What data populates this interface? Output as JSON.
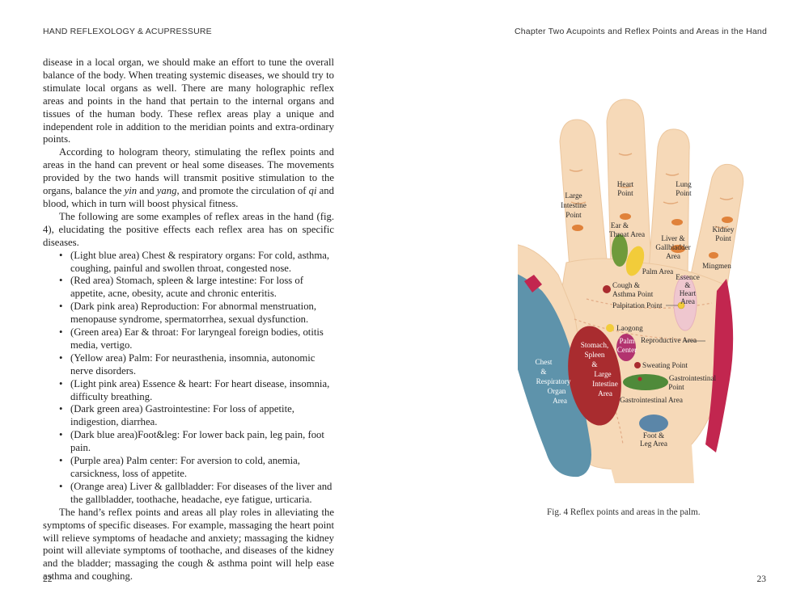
{
  "header": {
    "left": "HAND REFLEXOLOGY & ACUPRESSURE",
    "right": "Chapter Two  Acupoints and Reflex Points and Areas in the Hand"
  },
  "text": {
    "p1": "disease in a local organ, we should make an effort to tune the overall balance of the body. When treating systemic diseases, we should try to stimulate local organs as well. There are many holographic reflex areas and points in the hand that pertain to the internal organs and tissues of the human body. These reflex areas play a unique and independent role in addition to the meridian points and extra-ordinary points.",
    "p2_before_yin": "According to hologram theory, stimulating the reflex points and areas in the hand can prevent or heal some diseases. The movements provided by the two hands will transmit positive stimulation to the organs, balance the ",
    "p2_yin": "yin",
    "p2_and": " and ",
    "p2_yang": "yang",
    "p2_mid": ", and promote the circulation of ",
    "p2_qi": "qi",
    "p2_after": " and blood, which in turn will boost physical fitness.",
    "p3": "The following are some examples of reflex areas in the hand (fig. 4), elucidating the positive effects each reflex area has on specific diseases.",
    "bullet": "•",
    "bullets": [
      "(Light blue area) Chest & respiratory organs: For cold, asthma, coughing, painful and swollen throat, congested nose.",
      "(Red area) Stomach, spleen & large intestine: For loss of appetite, acne, obesity, acute and chronic enteritis.",
      "(Dark pink area) Reproduction: For abnormal menstruation, menopause syndrome, spermatorrhea, sexual dysfunction.",
      "(Green area) Ear & throat: For laryngeal foreign bodies, otitis media, vertigo.",
      "(Yellow area) Palm: For neurasthenia, insomnia, autonomic nerve disorders.",
      "(Light pink area) Essence & heart: For heart disease, insomnia, difficulty breathing.",
      "(Dark green area) Gastrointestine: For loss of appetite, indigestion, diarrhea.",
      "(Dark blue area)Foot&leg: For lower back pain, leg pain, foot pain.",
      "(Purple area) Palm center: For aversion to cold, anemia, carsickness, loss of appetite.",
      "(Orange area) Liver & gallbladder: For diseases of the liver and the gallbladder, toothache, headache, eye fatigue, urticaria."
    ],
    "p4": "The hand’s reflex points and areas all play roles in alleviating the symptoms of specific diseases. For example, massaging the heart point will relieve symptoms of headache and anxiety; massaging the kidney point will alleviate symptoms of toothache, and diseases of the kidney and the bladder; massaging the cough & asthma point will help ease asthma and coughing."
  },
  "figure": {
    "caption": "Fig. 4  Reflex points and areas in the palm.",
    "labels": {
      "heart1": "Heart",
      "heart2": "Point",
      "lung1": "Lung",
      "lung2": "Point",
      "li1": "Large",
      "li2": "Intestine",
      "li3": "Point",
      "kidney1": "Kidney",
      "kidney2": "Point",
      "ear1": "Ear &",
      "ear2": "Throat Area",
      "liver1": "Liver &",
      "liver2": "Gallbladder",
      "liver3": "Area",
      "mingmen": "Mingmen",
      "palm_area": "Palm Area",
      "essence1": "Essence",
      "essence2": "&",
      "essence3": "Heart",
      "essence4": "Area",
      "cough1": "Cough &",
      "cough2": "Asthma Point",
      "palpitation": "Palpitation Point",
      "laogong": "Laogong",
      "palm_center1": "Palm",
      "palm_center2": "Center",
      "reproductive": "Reproductive Area",
      "stomach1": "Stomach,",
      "stomach2": "Spleen",
      "stomach3": "&",
      "stomach4": "Large",
      "stomach5": "Intestine",
      "stomach6": "Area",
      "chest1": "Chest",
      "chest2": "&",
      "chest3": "Respiratory",
      "chest4": "Organ",
      "chest5": "Area",
      "sweating": "Sweating Point",
      "gi_point1": "Gastrointestinal",
      "gi_point2": "Point",
      "gi_area": "Gastrointestinal Area",
      "foot1": "Foot &",
      "foot2": "Leg Area"
    },
    "colors": {
      "skin": "#f6d9b8",
      "skin_shadow": "#e9bf95",
      "light_blue": "#5e93ab",
      "red": "#a92c2f",
      "dark_pink": "#c2264f",
      "green": "#6f9a3b",
      "yellow": "#f2cc3a",
      "light_pink": "#efc7cf",
      "dark_green": "#4f8a3a",
      "dark_blue": "#5b86a8",
      "purple": "#b2336f",
      "orange": "#e0823a"
    }
  },
  "folio": {
    "left": "22",
    "right": "23"
  }
}
